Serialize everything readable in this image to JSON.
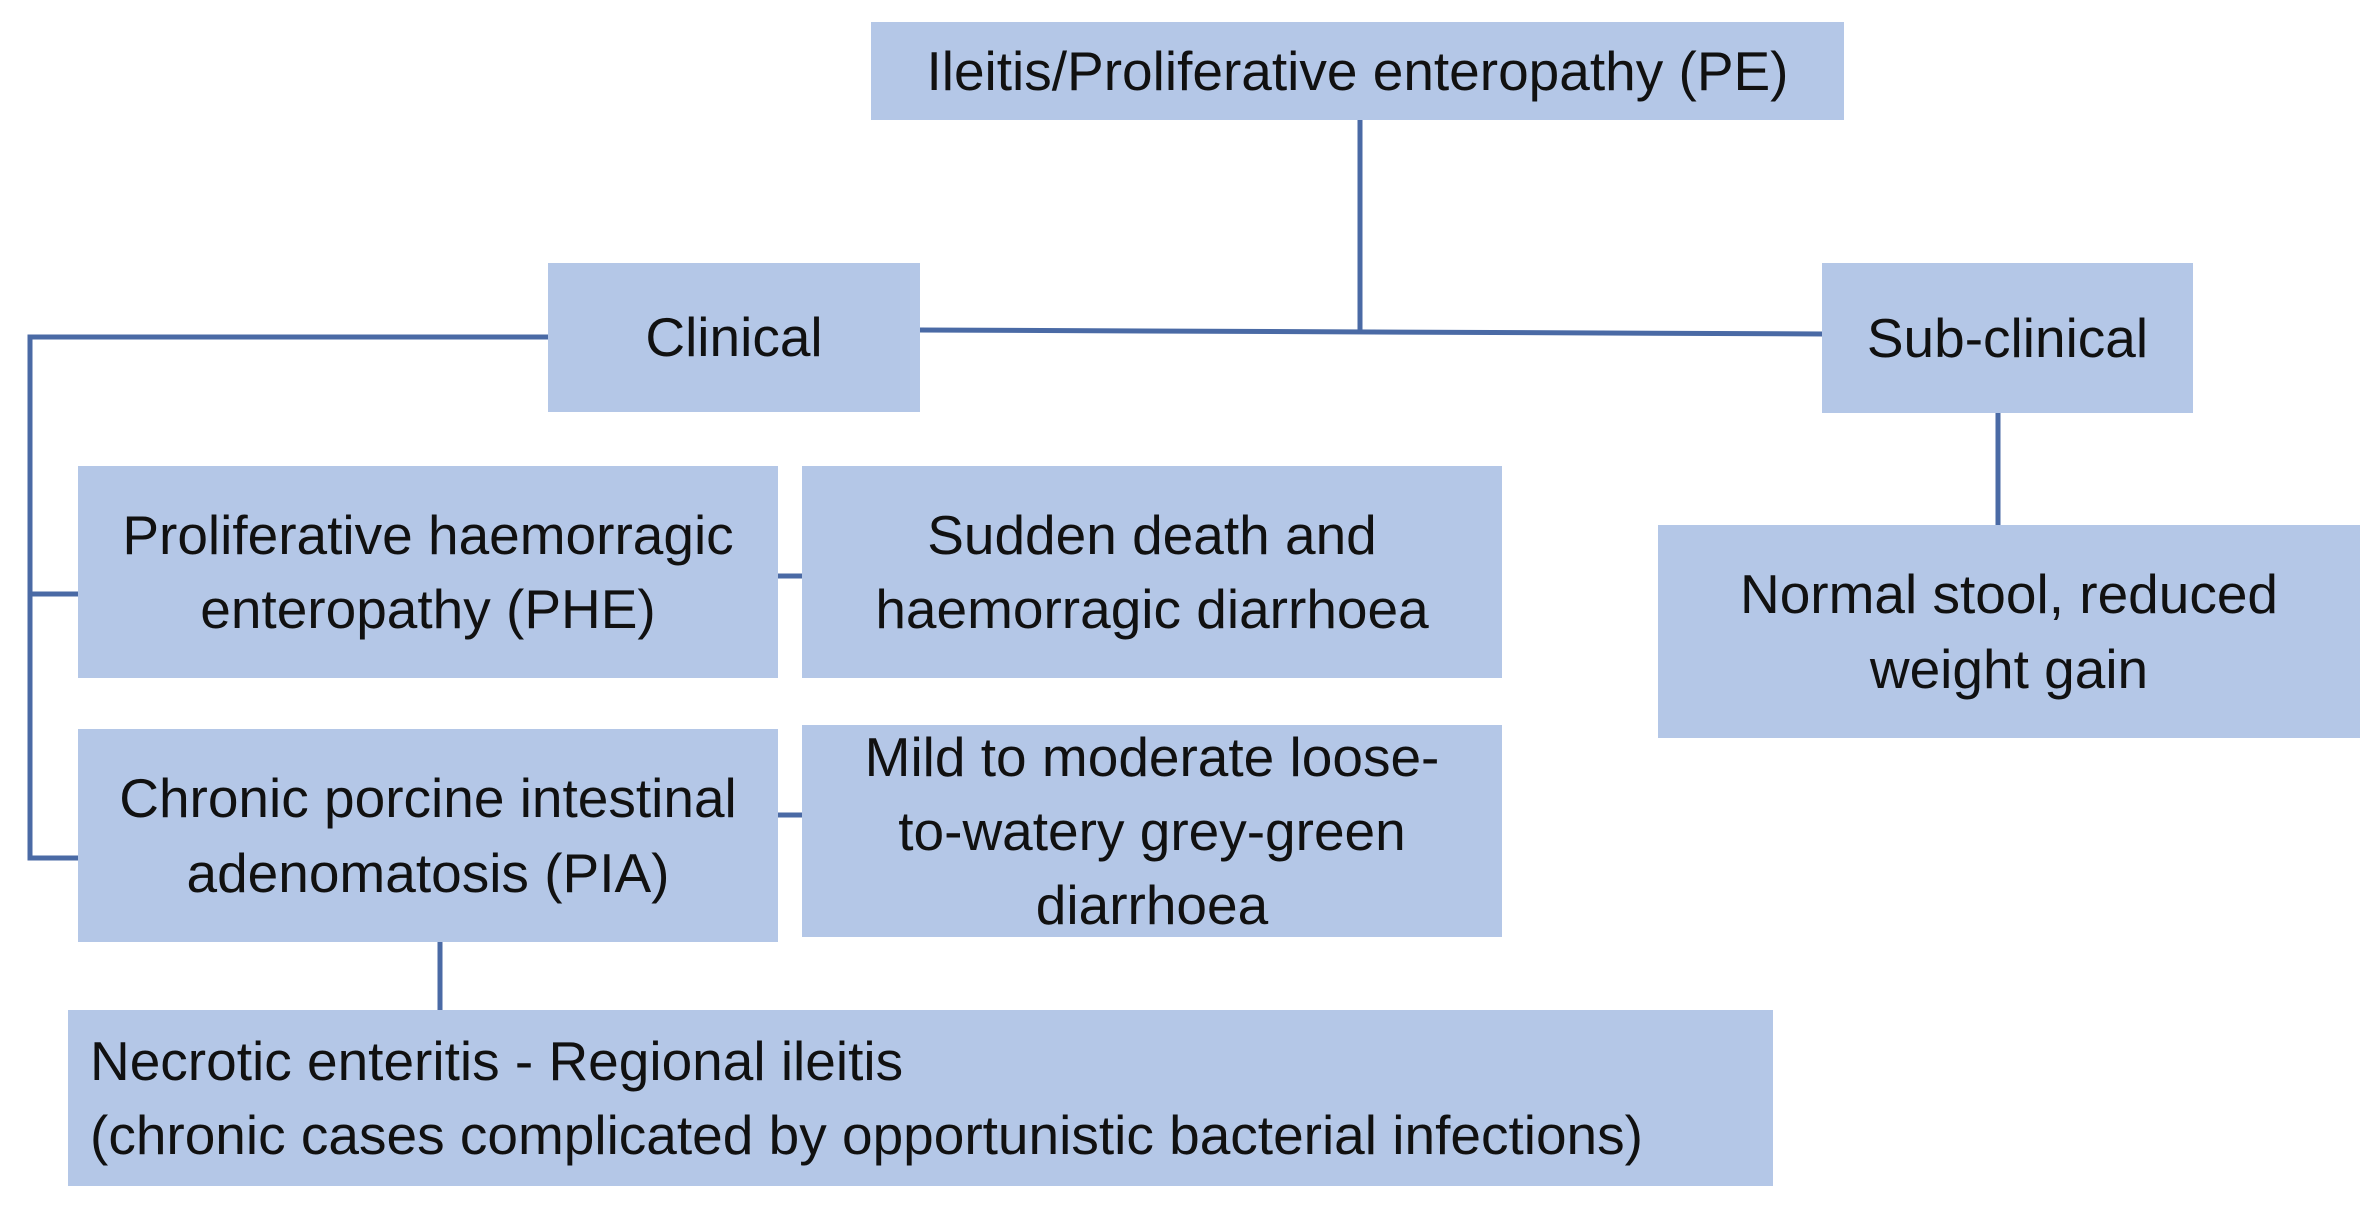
{
  "nodes": {
    "root": "Ileitis/Proliferative enteropathy (PE)",
    "clinical": "Clinical",
    "subclinical": "Sub-clinical",
    "phe": "Proliferative haemorragic\nenteropathy (PHE)",
    "phe_sign": "Sudden death and\nhaemorragic diarrhoea",
    "pia": "Chronic porcine intestinal\nadenomatosis (PIA)",
    "pia_sign": "Mild to moderate loose-\nto-watery grey-green\ndiarrhoea",
    "subclinical_sign": "Normal stool, reduced\nweight gain",
    "necrotic": "Necrotic enteritis - Regional ileitis\n(chronic cases complicated by opportunistic bacterial infections)"
  },
  "colors": {
    "box_fill": "#b4c7e7",
    "connector": "#4a6aa5",
    "text": "#111111"
  }
}
